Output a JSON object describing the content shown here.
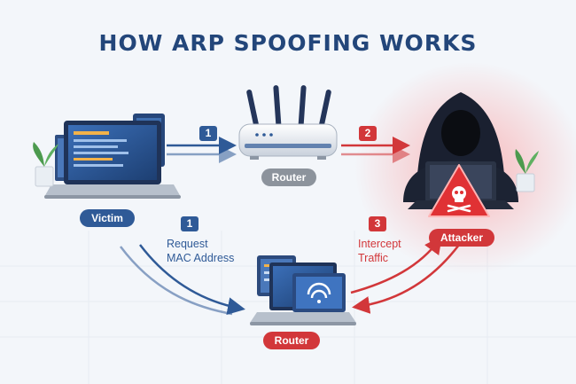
{
  "title": "HOW ARP SPOOFING WORKS",
  "nodes": {
    "victim": "Victim",
    "router_top": "Router",
    "attacker": "Attacker",
    "router_bottom": "Router"
  },
  "steps": {
    "top_left": "1",
    "top_right": "2",
    "left_badge": "1",
    "left_label_line1": "Request",
    "left_label_line2": "MAC Address",
    "right_badge": "3",
    "right_label_line1": "Intercept",
    "right_label_line2": "Traffic"
  },
  "colors": {
    "title": "#23467a",
    "blue": "#2f5a97",
    "red": "#d2373a",
    "gray": "#8c939c"
  }
}
